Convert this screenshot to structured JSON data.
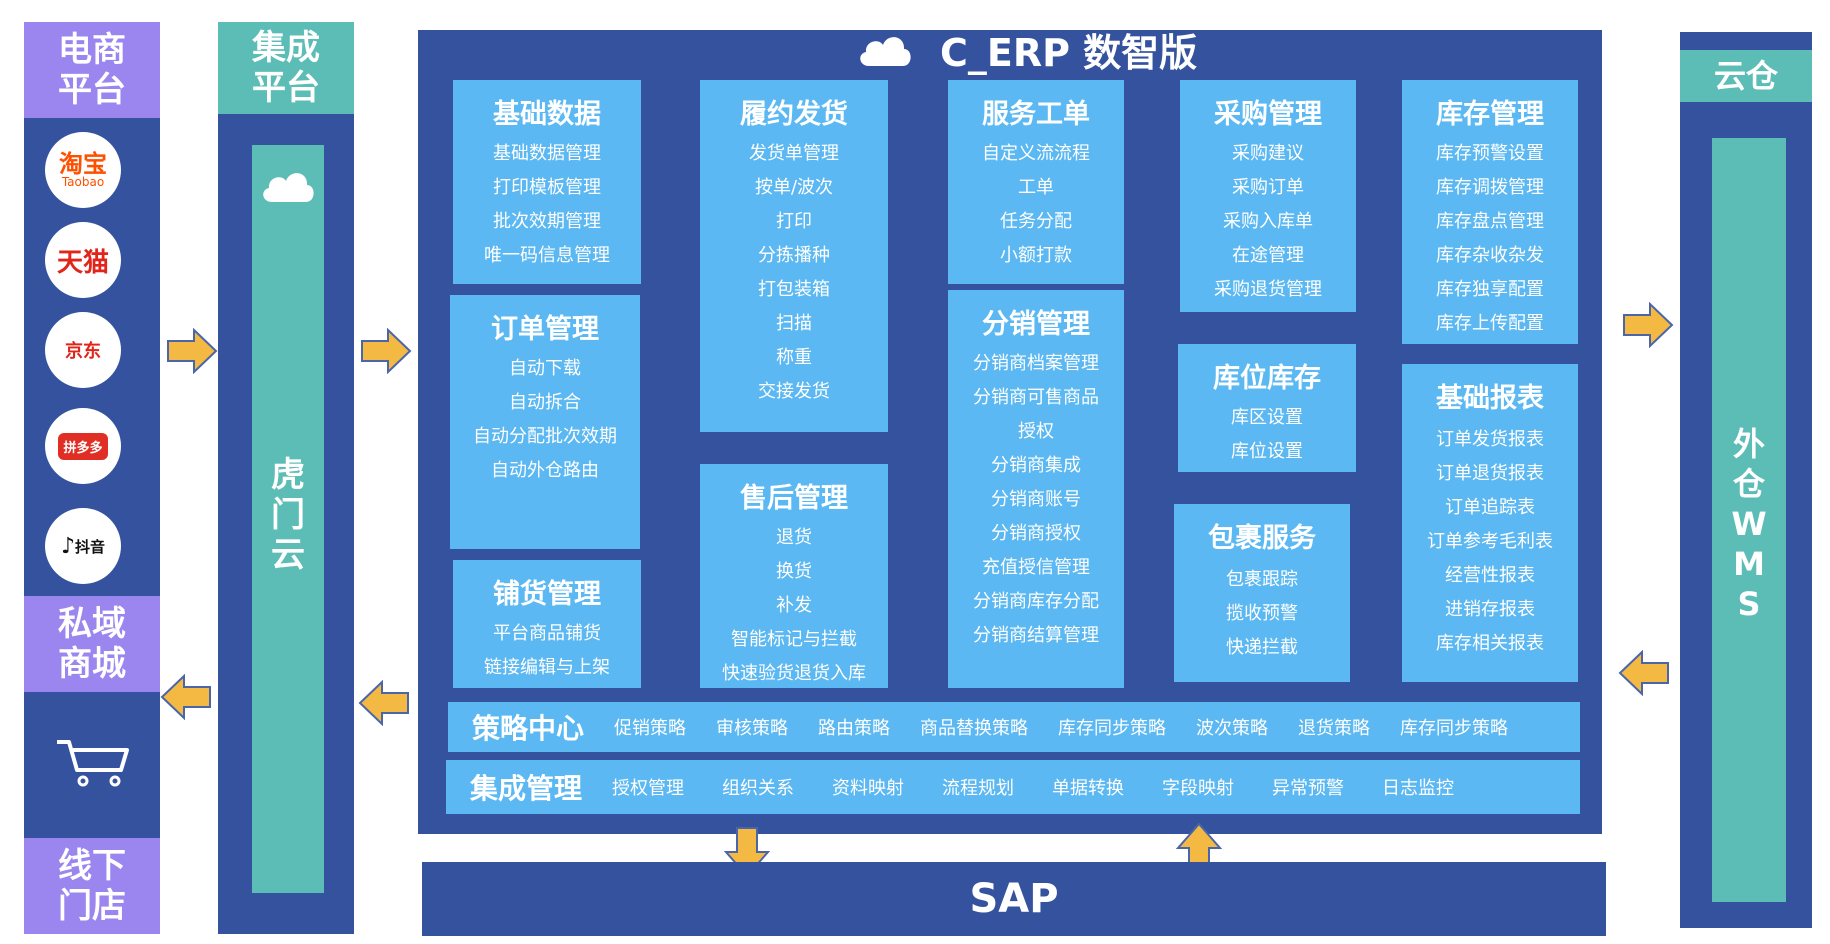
{
  "left": {
    "ecom_title": "电商\n平台",
    "logos": [
      {
        "name": "taobao",
        "line1": "淘宝",
        "line2": "Taobao"
      },
      {
        "name": "tmall",
        "line1": "天猫",
        "line2": ""
      },
      {
        "name": "jd",
        "line1": "京东",
        "line2": ""
      },
      {
        "name": "pinduoduo",
        "line1": "拼多多",
        "line2": ""
      },
      {
        "name": "douyin",
        "line1": "抖音",
        "line2": ""
      }
    ],
    "private_mall": "私域\n商城",
    "offline_store": "线下\n门店"
  },
  "integration": {
    "title": "集成\n平台",
    "cloud_label": "虎\n门\n云"
  },
  "erp": {
    "title": "C_ERP 数智版",
    "modules": {
      "basic_data": {
        "title": "基础数据",
        "items": [
          "基础数据管理",
          "打印模板管理",
          "批次效期管理",
          "唯一码信息管理"
        ]
      },
      "order_mgmt": {
        "title": "订单管理",
        "items": [
          "自动下载",
          "自动拆合",
          "自动分配批次效期",
          "自动外仓路由"
        ]
      },
      "distribution_goods": {
        "title": "铺货管理",
        "items": [
          "平台商品铺货",
          "链接编辑与上架"
        ]
      },
      "fulfillment": {
        "title": "履约发货",
        "items": [
          "发货单管理",
          "按单/波次",
          "打印",
          "分拣播种",
          "打包装箱",
          "扫描",
          "称重",
          "交接发货"
        ]
      },
      "after_sales": {
        "title": "售后管理",
        "items": [
          "退货",
          "换货",
          "补发",
          "智能标记与拦截",
          "快速验货退货入库"
        ]
      },
      "service_ticket": {
        "title": "服务工单",
        "items": [
          "自定义流流程",
          "工单",
          "任务分配",
          "小额打款"
        ]
      },
      "distribution": {
        "title": "分销管理",
        "items": [
          "分销商档案管理",
          "分销商可售商品",
          "授权",
          "分销商集成",
          "分销商账号",
          "分销商授权",
          "充值授信管理",
          "分销商库存分配",
          "分销商结算管理"
        ]
      },
      "purchase": {
        "title": "采购管理",
        "items": [
          "采购建议",
          "采购订单",
          "采购入库单",
          "在途管理",
          "采购退货管理"
        ]
      },
      "bin_stock": {
        "title": "库位库存",
        "items": [
          "库区设置",
          "库位设置"
        ]
      },
      "parcel": {
        "title": "包裹服务",
        "items": [
          "包裹跟踪",
          "揽收预警",
          "快递拦截"
        ]
      },
      "inventory": {
        "title": "库存管理",
        "items": [
          "库存预警设置",
          "库存调拨管理",
          "库存盘点管理",
          "库存杂收杂发",
          "库存独享配置",
          "库存上传配置"
        ]
      },
      "reports": {
        "title": "基础报表",
        "items": [
          "订单发货报表",
          "订单退货报表",
          "订单追踪表",
          "订单参考毛利表",
          "经营性报表",
          "进销存报表",
          "库存相关报表"
        ]
      }
    },
    "strategy_bar": {
      "title": "策略中心",
      "items": [
        "促销策略",
        "审核策略",
        "路由策略",
        "商品替换策略",
        "库存同步策略",
        "波次策略",
        "退货策略",
        "库存同步策略"
      ]
    },
    "integration_bar": {
      "title": "集成管理",
      "items": [
        "授权管理",
        "组织关系",
        "资料映射",
        "流程规划",
        "单据转换",
        "字段映射",
        "异常预警",
        "日志监控"
      ]
    }
  },
  "sap": {
    "label": "SAP"
  },
  "right": {
    "title": "云仓",
    "wms_label": "外\n仓\nW\nM\nS"
  },
  "colors": {
    "navy": "#34529e",
    "module": "#5bb8f2",
    "teal": "#5bbdb5",
    "purple": "#9b86ef",
    "arrow": "#f4b942"
  }
}
